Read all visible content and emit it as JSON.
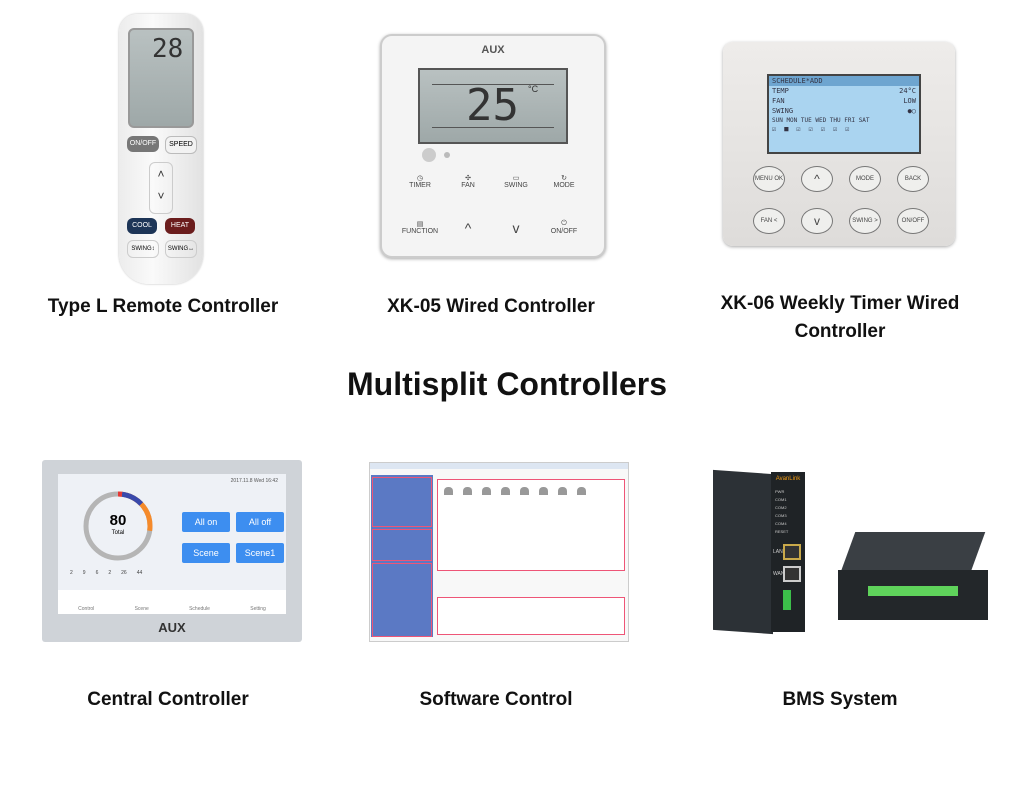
{
  "section_heading": "Multisplit Controllers",
  "products": [
    {
      "caption": "Type L Remote Controller"
    },
    {
      "caption": "XK-05 Wired Controller"
    },
    {
      "caption_line1": "XK-06 Weekly Timer Wired",
      "caption_line2": "Controller"
    },
    {
      "caption": "Central Controller"
    },
    {
      "caption": "Software Control"
    },
    {
      "caption": "BMS System"
    }
  ],
  "remote": {
    "temp": "28",
    "buttons": [
      "ON/OFF",
      "SPEED",
      "COOL",
      "HEAT",
      "SWING↕",
      "SWING↔"
    ]
  },
  "xk05": {
    "brand": "AUX",
    "temp": "25",
    "unit": "°C",
    "buttons": [
      "TIMER",
      "FAN",
      "SWING",
      "MODE",
      "FUNCTION",
      "^",
      "v",
      "ON/OFF"
    ]
  },
  "xk06": {
    "lcd_title": "SCHEDULE*ADD",
    "rows": [
      [
        "TEMP",
        "24°C"
      ],
      [
        "FAN",
        "LOW"
      ],
      [
        "SWING",
        ""
      ]
    ],
    "days": "SUN MON TUE WED THU FRI SAT",
    "buttons": [
      "MENU OK",
      "^",
      "MODE",
      "BACK",
      "FAN <",
      "v",
      "SWING >",
      "ON/OFF"
    ]
  },
  "central": {
    "datetime": "2017.11.8 Wed 16:42",
    "total_value": "80",
    "total_label": "Total",
    "buttons": [
      "All on",
      "All off",
      "Scene",
      "Scene1"
    ],
    "counts": [
      "2",
      "9",
      "6",
      "2",
      "26",
      "44"
    ],
    "nav": [
      "Control",
      "Scene",
      "Schedule",
      "Setting"
    ],
    "brand": "AUX",
    "ring_colors": {
      "red": "#e53935",
      "blue": "#3949ab",
      "orange": "#f58a2a",
      "grey": "#b5b5b5"
    }
  },
  "bms": {
    "brand": "AvanLink",
    "labels": [
      "PWR",
      "COM1",
      "COM2",
      "COM3",
      "COM4",
      "RESET",
      "LAN",
      "WAN"
    ]
  }
}
